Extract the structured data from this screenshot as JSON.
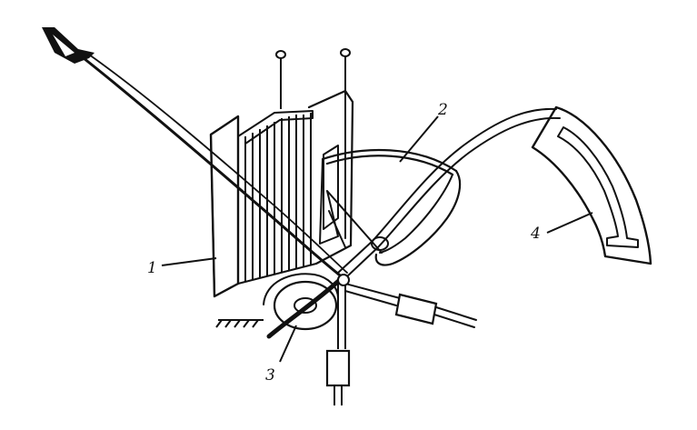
{
  "colors": {
    "ink": "#111111",
    "paper": "#ffffff"
  },
  "labels": {
    "coil": "1",
    "damper": "2",
    "spring": "3",
    "scale": "4"
  }
}
